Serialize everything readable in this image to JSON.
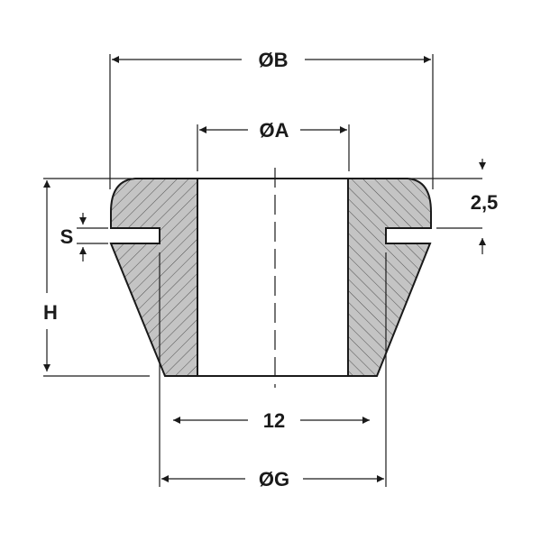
{
  "drawing": {
    "title": "Grommet cross-section",
    "labels": {
      "outer_diameter": "ØB",
      "bore_diameter": "ØA",
      "height": "H",
      "slot_width": "S",
      "flange_thickness": "2,5",
      "panel_hole": "12",
      "groove_diameter": "ØG"
    },
    "colors": {
      "section_fill": "#c4c4c4",
      "line": "#1a1a1a"
    }
  }
}
